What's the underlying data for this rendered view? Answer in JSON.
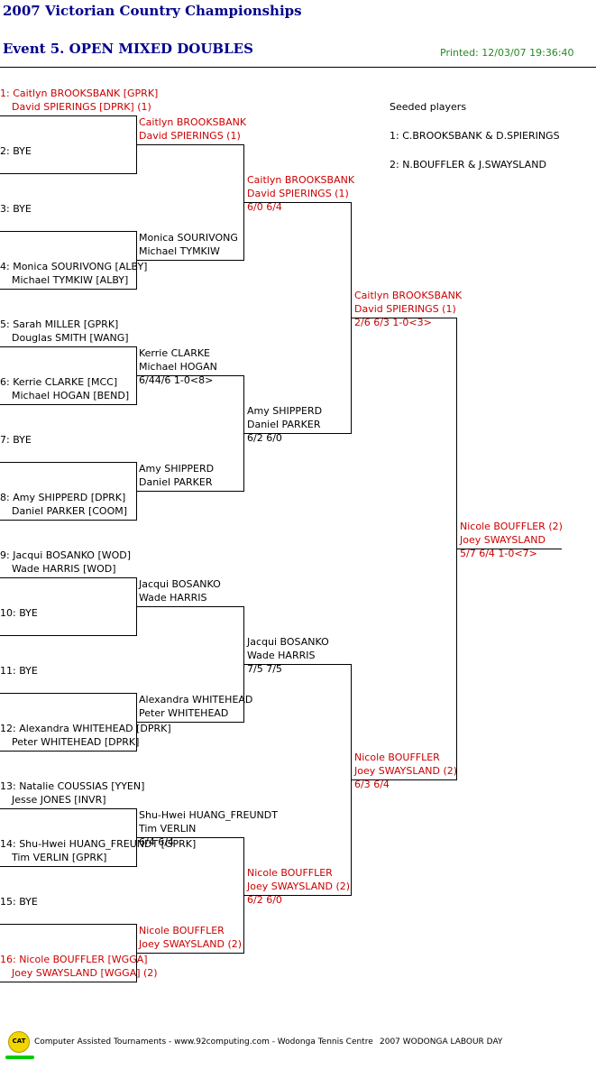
{
  "header": {
    "title": "2007 Victorian Country Championships",
    "event": "Event 5. OPEN MIXED DOUBLES",
    "printed": "Printed: 12/03/07 19:36:40"
  },
  "seeded": {
    "heading": "Seeded players",
    "items": [
      "1: C.BROOKSBANK & D.SPIERINGS",
      "2: N.BOUFFLER & J.SWAYSLAND"
    ]
  },
  "round1": [
    {
      "seed": true,
      "l1": "1: Caitlyn BROOKSBANK [GPRK]",
      "l2": "David SPIERINGS [DPRK] (1)"
    },
    {
      "seed": false,
      "l1": "2: BYE",
      "l2": ""
    },
    {
      "seed": false,
      "l1": "3: BYE",
      "l2": ""
    },
    {
      "seed": false,
      "l1": "4: Monica SOURIVONG [ALBY]",
      "l2": "Michael TYMKIW [ALBY]"
    },
    {
      "seed": false,
      "l1": "5: Sarah MILLER [GPRK]",
      "l2": "Douglas SMITH [WANG]"
    },
    {
      "seed": false,
      "l1": "6: Kerrie CLARKE [MCC]",
      "l2": "Michael HOGAN [BEND]"
    },
    {
      "seed": false,
      "l1": "7: BYE",
      "l2": ""
    },
    {
      "seed": false,
      "l1": "8: Amy SHIPPERD [DPRK]",
      "l2": "Daniel PARKER [COOM]"
    },
    {
      "seed": false,
      "l1": "9: Jacqui BOSANKO [WOD]",
      "l2": "Wade HARRIS [WOD]"
    },
    {
      "seed": false,
      "l1": "10: BYE",
      "l2": ""
    },
    {
      "seed": false,
      "l1": "11: BYE",
      "l2": ""
    },
    {
      "seed": false,
      "l1": "12: Alexandra WHITEHEAD [DPRK]",
      "l2": "Peter WHITEHEAD [DPRK]"
    },
    {
      "seed": false,
      "l1": "13: Natalie COUSSIAS [YYEN]",
      "l2": "Jesse JONES [INVR]"
    },
    {
      "seed": false,
      "l1": "14: Shu-Hwei HUANG_FREUNDT [GPRK]",
      "l2": "Tim VERLIN [GPRK]"
    },
    {
      "seed": false,
      "l1": "15: BYE",
      "l2": ""
    },
    {
      "seed": true,
      "l1": "16: Nicole BOUFFLER [WGGA]",
      "l2": "Joey SWAYSLAND [WGGA] (2)"
    }
  ],
  "round2": [
    {
      "seed": true,
      "l1": "Caitlyn BROOKSBANK",
      "l2": "David SPIERINGS (1)",
      "score": ""
    },
    {
      "seed": false,
      "l1": "Monica SOURIVONG",
      "l2": "Michael TYMKIW",
      "score": ""
    },
    {
      "seed": false,
      "l1": "Kerrie CLARKE",
      "l2": "Michael HOGAN",
      "score": "6/44/6 1-0<8>"
    },
    {
      "seed": false,
      "l1": "Amy SHIPPERD",
      "l2": "Daniel PARKER",
      "score": ""
    },
    {
      "seed": false,
      "l1": "Jacqui BOSANKO",
      "l2": "Wade HARRIS",
      "score": ""
    },
    {
      "seed": false,
      "l1": "Alexandra WHITEHEAD",
      "l2": "Peter WHITEHEAD",
      "score": ""
    },
    {
      "seed": false,
      "l1": "Shu-Hwei HUANG_FREUNDT",
      "l2": "Tim VERLIN",
      "score": "6/4 6/4"
    },
    {
      "seed": true,
      "l1": "Nicole BOUFFLER",
      "l2": "Joey SWAYSLAND (2)",
      "score": ""
    }
  ],
  "round3": [
    {
      "seed": true,
      "l1": "Caitlyn BROOKSBANK",
      "l2": "David SPIERINGS (1)",
      "score": "6/0 6/4"
    },
    {
      "seed": false,
      "l1": "Amy SHIPPERD",
      "l2": "Daniel PARKER",
      "score": "6/2 6/0"
    },
    {
      "seed": false,
      "l1": "Jacqui BOSANKO",
      "l2": "Wade HARRIS",
      "score": "7/5 7/5"
    },
    {
      "seed": true,
      "l1": "Nicole BOUFFLER",
      "l2": "Joey SWAYSLAND (2)",
      "score": "6/2 6/0"
    }
  ],
  "round4": [
    {
      "seed": true,
      "l1": "Caitlyn BROOKSBANK",
      "l2": "David SPIERINGS (1)",
      "score": "2/6 6/3 1-0<3>"
    },
    {
      "seed": true,
      "l1": "Nicole BOUFFLER",
      "l2": "Joey SWAYSLAND (2)",
      "score": "6/3 6/4"
    }
  ],
  "winner": {
    "seed": true,
    "l1": "Nicole BOUFFLER (2)",
    "l2": "Joey SWAYSLAND",
    "score": "5/7 6/4 1-0<7>"
  },
  "footer": {
    "logo": "CAT",
    "text": "Computer Assisted Tournaments - www.92computing.com -  Wodonga Tennis Centre",
    "event": "2007 WODONGA LABOUR DAY"
  }
}
